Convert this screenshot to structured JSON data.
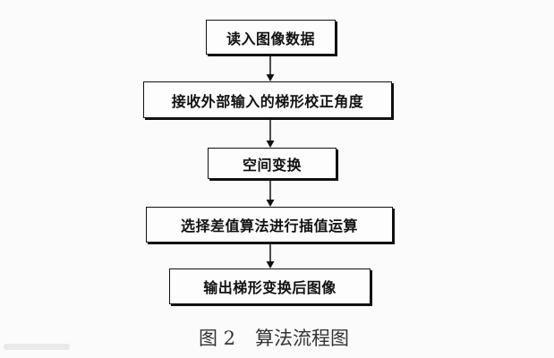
{
  "flowchart": {
    "steps": [
      {
        "label": "读入图像数据"
      },
      {
        "label": "接收外部输入的梯形校正角度"
      },
      {
        "label": "空间变换"
      },
      {
        "label": "选择差值算法进行插值运算"
      },
      {
        "label": "输出梯形变换后图像"
      }
    ]
  },
  "caption": {
    "figure_number": "图 2",
    "title": "算法流程图"
  }
}
